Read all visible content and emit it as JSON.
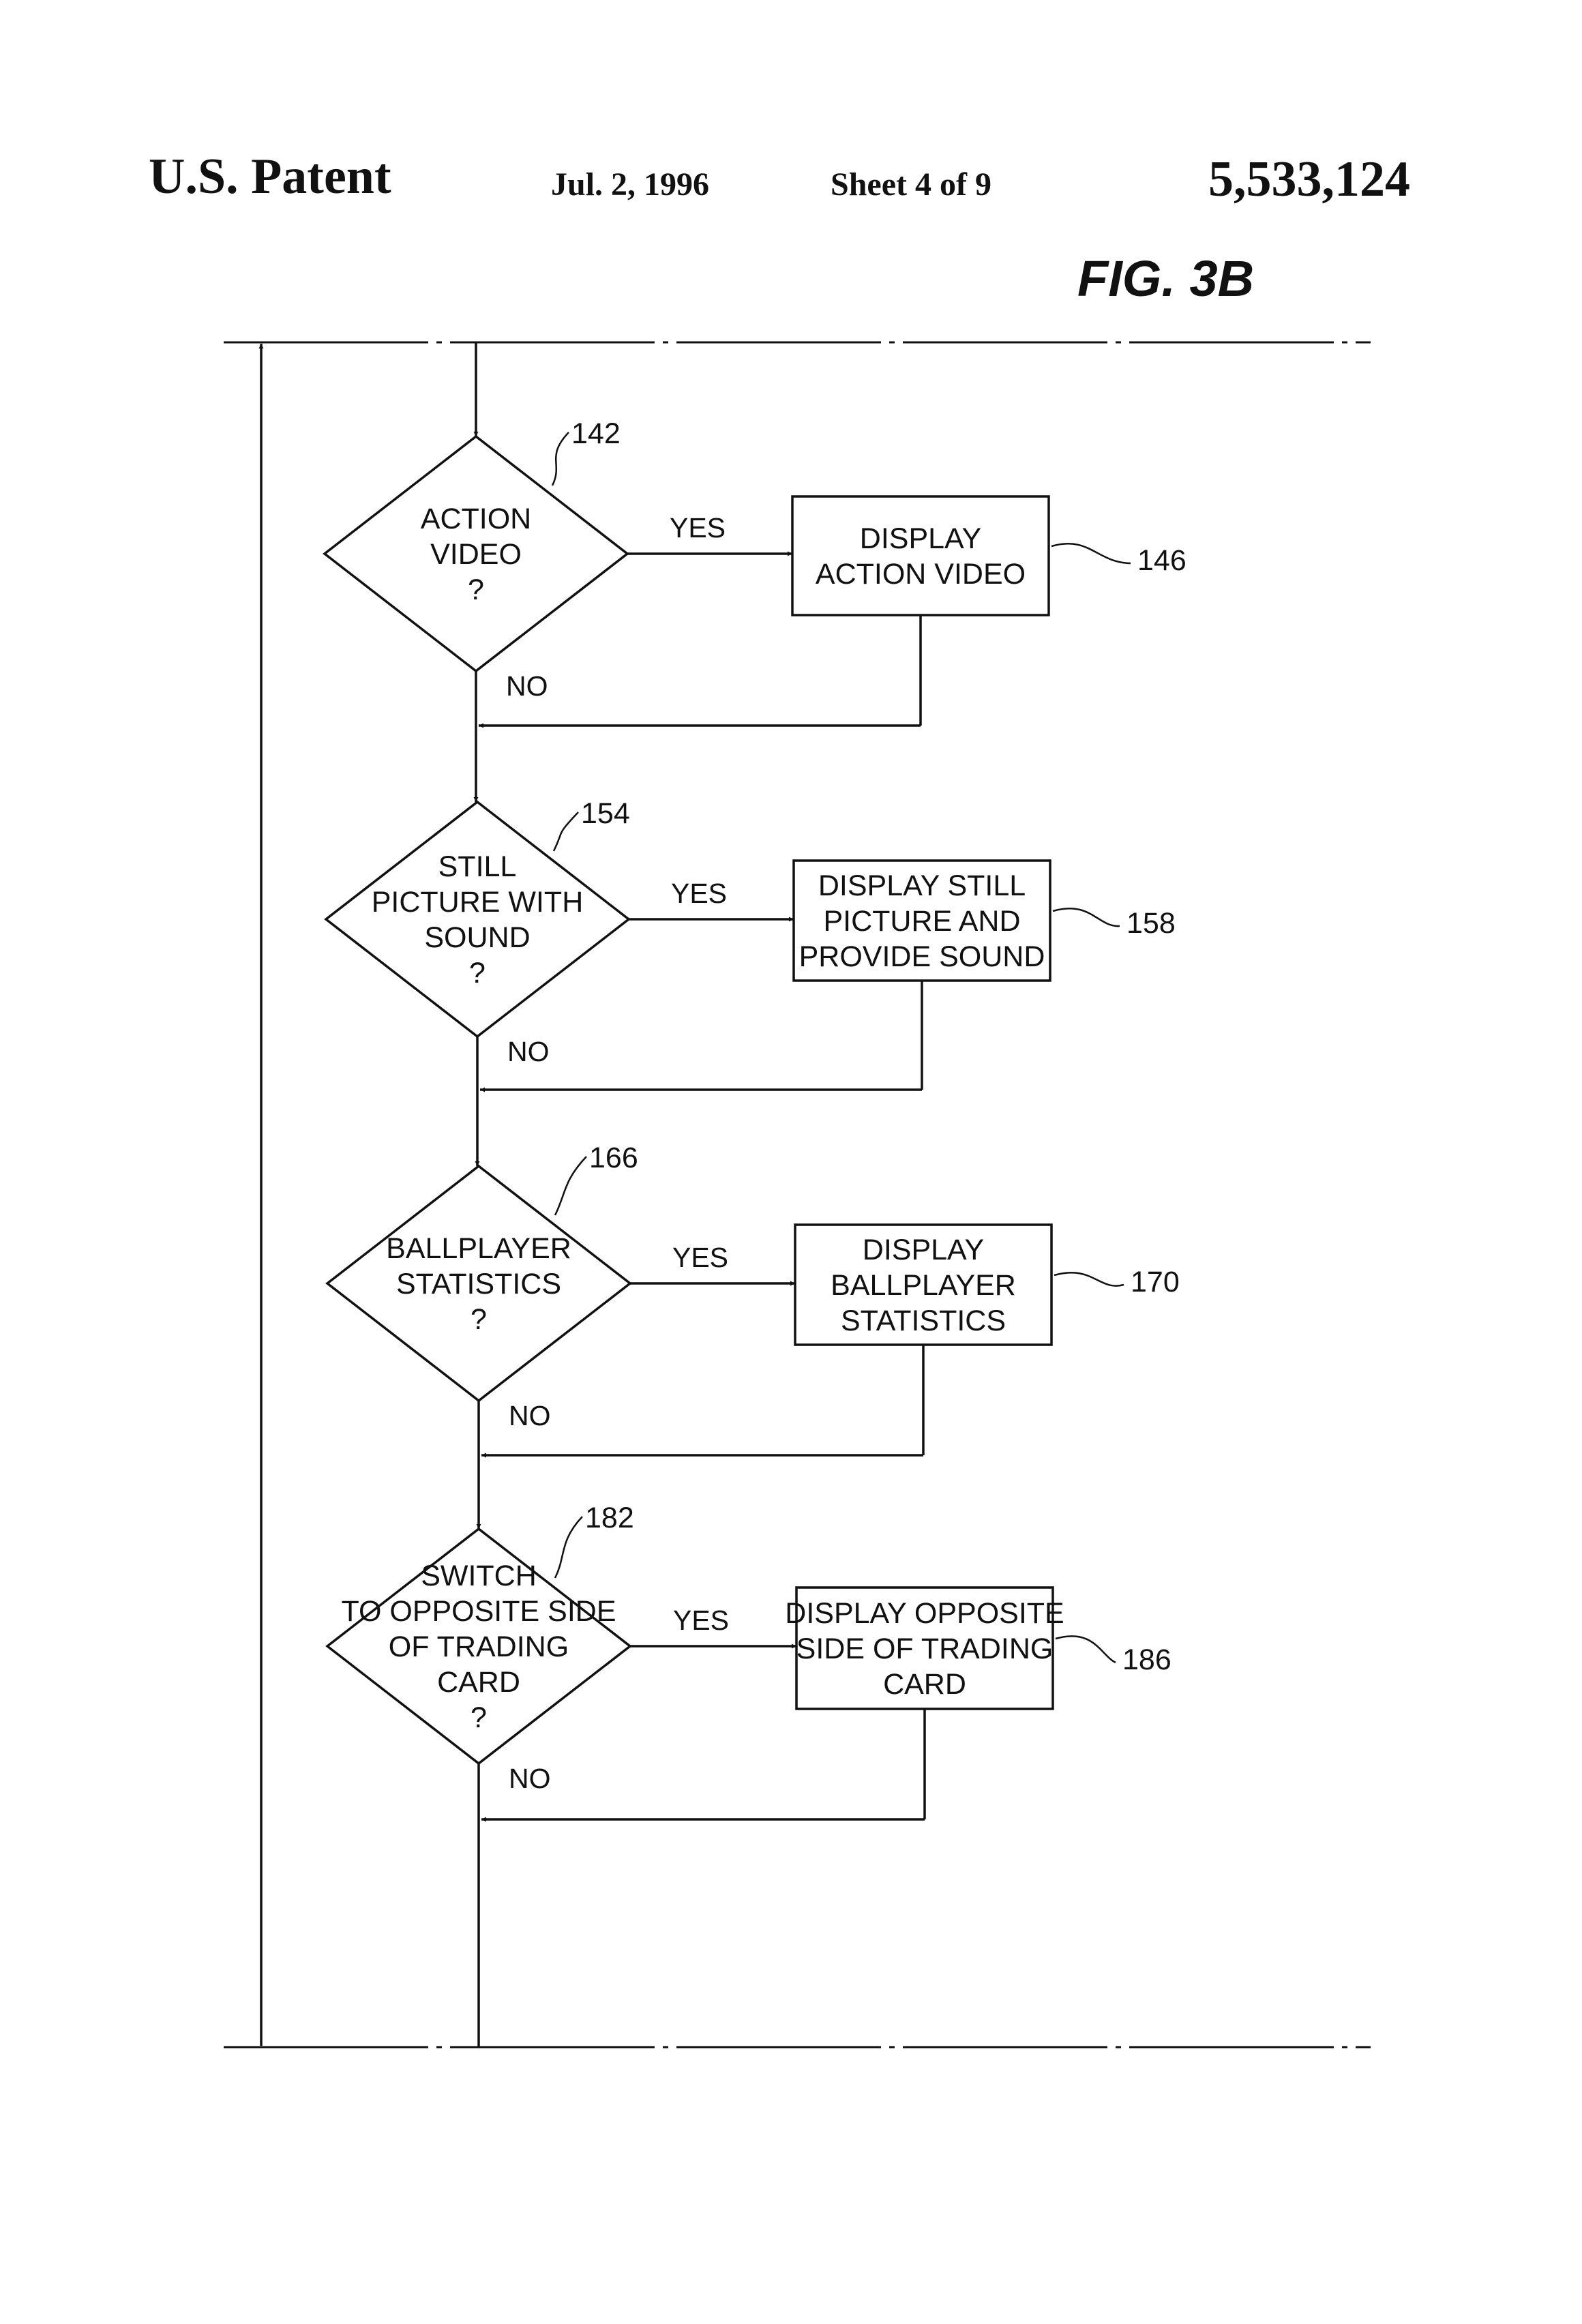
{
  "header": {
    "left": "U.S. Patent",
    "date": "Jul. 2, 1996",
    "sheet": "Sheet 4 of 9",
    "number": "5,533,124"
  },
  "figure_label": "FIG. 3B",
  "flowchart": {
    "decisions": [
      {
        "ref": "142",
        "lines": [
          "ACTION",
          "VIDEO",
          "?"
        ]
      },
      {
        "ref": "154",
        "lines": [
          "STILL",
          "PICTURE WITH",
          "SOUND",
          "?"
        ]
      },
      {
        "ref": "166",
        "lines": [
          "BALLPLAYER",
          "STATISTICS",
          "?"
        ]
      },
      {
        "ref": "182",
        "lines": [
          "SWITCH",
          "TO OPPOSITE SIDE",
          "OF TRADING",
          "CARD",
          "?"
        ]
      }
    ],
    "actions": [
      {
        "ref": "146",
        "lines": [
          "DISPLAY",
          "ACTION VIDEO"
        ]
      },
      {
        "ref": "158",
        "lines": [
          "DISPLAY STILL",
          "PICTURE AND",
          "PROVIDE SOUND"
        ]
      },
      {
        "ref": "170",
        "lines": [
          "DISPLAY",
          "BALLPLAYER",
          "STATISTICS"
        ]
      },
      {
        "ref": "186",
        "lines": [
          "DISPLAY OPPOSITE",
          "SIDE OF TRADING",
          "CARD"
        ]
      }
    ],
    "yes_label": "YES",
    "no_label": "NO"
  }
}
